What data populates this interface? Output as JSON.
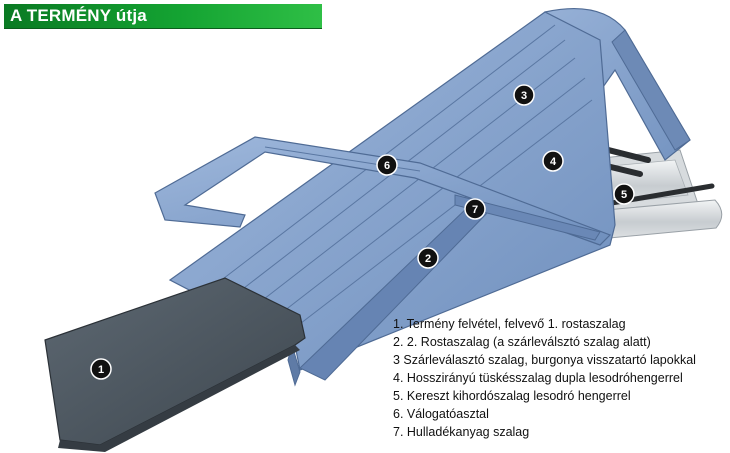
{
  "header": {
    "title": "A TERMÉNY útja",
    "bar_color": "#14a332"
  },
  "diagram": {
    "markers": [
      {
        "number": "1",
        "name": "marker-1"
      },
      {
        "number": "2",
        "name": "marker-2"
      },
      {
        "number": "3",
        "name": "marker-3"
      },
      {
        "number": "4",
        "name": "marker-4"
      },
      {
        "number": "5",
        "name": "marker-5"
      },
      {
        "number": "6",
        "name": "marker-6"
      },
      {
        "number": "7",
        "name": "marker-7"
      }
    ],
    "belt_color": "#7f9dc9",
    "feeder_color": "#4e5963"
  },
  "legend": {
    "items": [
      "1. Termény felvétel, felvevő 1. rostaszalag",
      "2. 2. Rostaszalag (a szárleválsztó szalag alatt)",
      "3  Szárleválasztó szalag, burgonya visszatartó lapokkal",
      "4. Hosszirányú tüskésszalag dupla lesodróhengerrel",
      "5. Kereszt kihordószalag lesodró hengerrel",
      "6. Válogatóasztal",
      "7. Hulladékanyag szalag"
    ]
  }
}
